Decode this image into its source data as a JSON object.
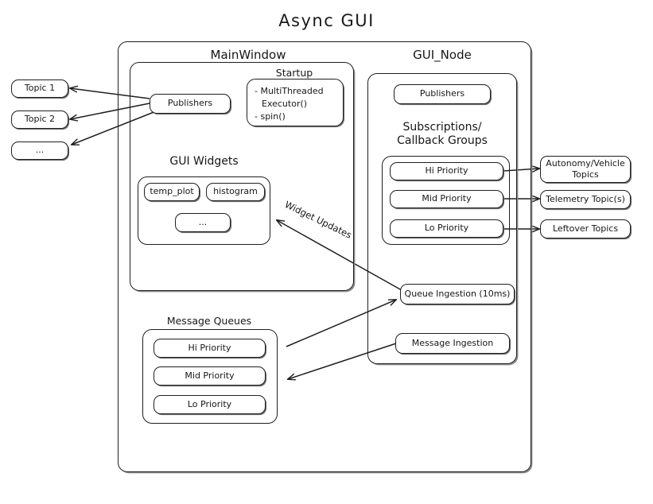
{
  "title": "Async  GUI",
  "external_topics": {
    "left": [
      {
        "label": "Topic 1"
      },
      {
        "label": "Topic 2"
      },
      {
        "label": "..."
      }
    ],
    "right": [
      {
        "label": "Autonomy/Vehicle Topics"
      },
      {
        "label": "Telemetry Topic(s)"
      },
      {
        "label": "Leftover Topics"
      }
    ]
  },
  "main_window": {
    "title": "MainWindow",
    "publishers_label": "Publishers",
    "startup": {
      "title": "Startup",
      "lines": [
        "-  MultiThreaded",
        "Executor()",
        "-  spin()"
      ]
    },
    "gui_widgets": {
      "title": "GUI Widgets",
      "widgets": [
        {
          "label": "temp_plot"
        },
        {
          "label": "histogram"
        },
        {
          "label": "..."
        }
      ]
    },
    "message_queues": {
      "title": "Message Queues",
      "queues": [
        {
          "label": "Hi Priority"
        },
        {
          "label": "Mid Priority"
        },
        {
          "label": "Lo Priority"
        }
      ]
    }
  },
  "gui_node": {
    "title": "GUI_Node",
    "publishers_label": "Publishers",
    "subscriptions": {
      "title_line1": "Subscriptions/",
      "title_line2": "Callback Groups",
      "groups": [
        {
          "label": "Hi Priority"
        },
        {
          "label": "Mid Priority"
        },
        {
          "label": "Lo Priority"
        }
      ]
    },
    "queue_ingestion_label": "Queue Ingestion (10ms)",
    "message_ingestion_label": "Message Ingestion"
  },
  "edges": {
    "widget_updates_label": "Widget Updates"
  },
  "colors": {
    "stroke": "#1f1f1f",
    "text": "#171717",
    "background": "#ffffff",
    "shadow": "#8a8a8a"
  }
}
